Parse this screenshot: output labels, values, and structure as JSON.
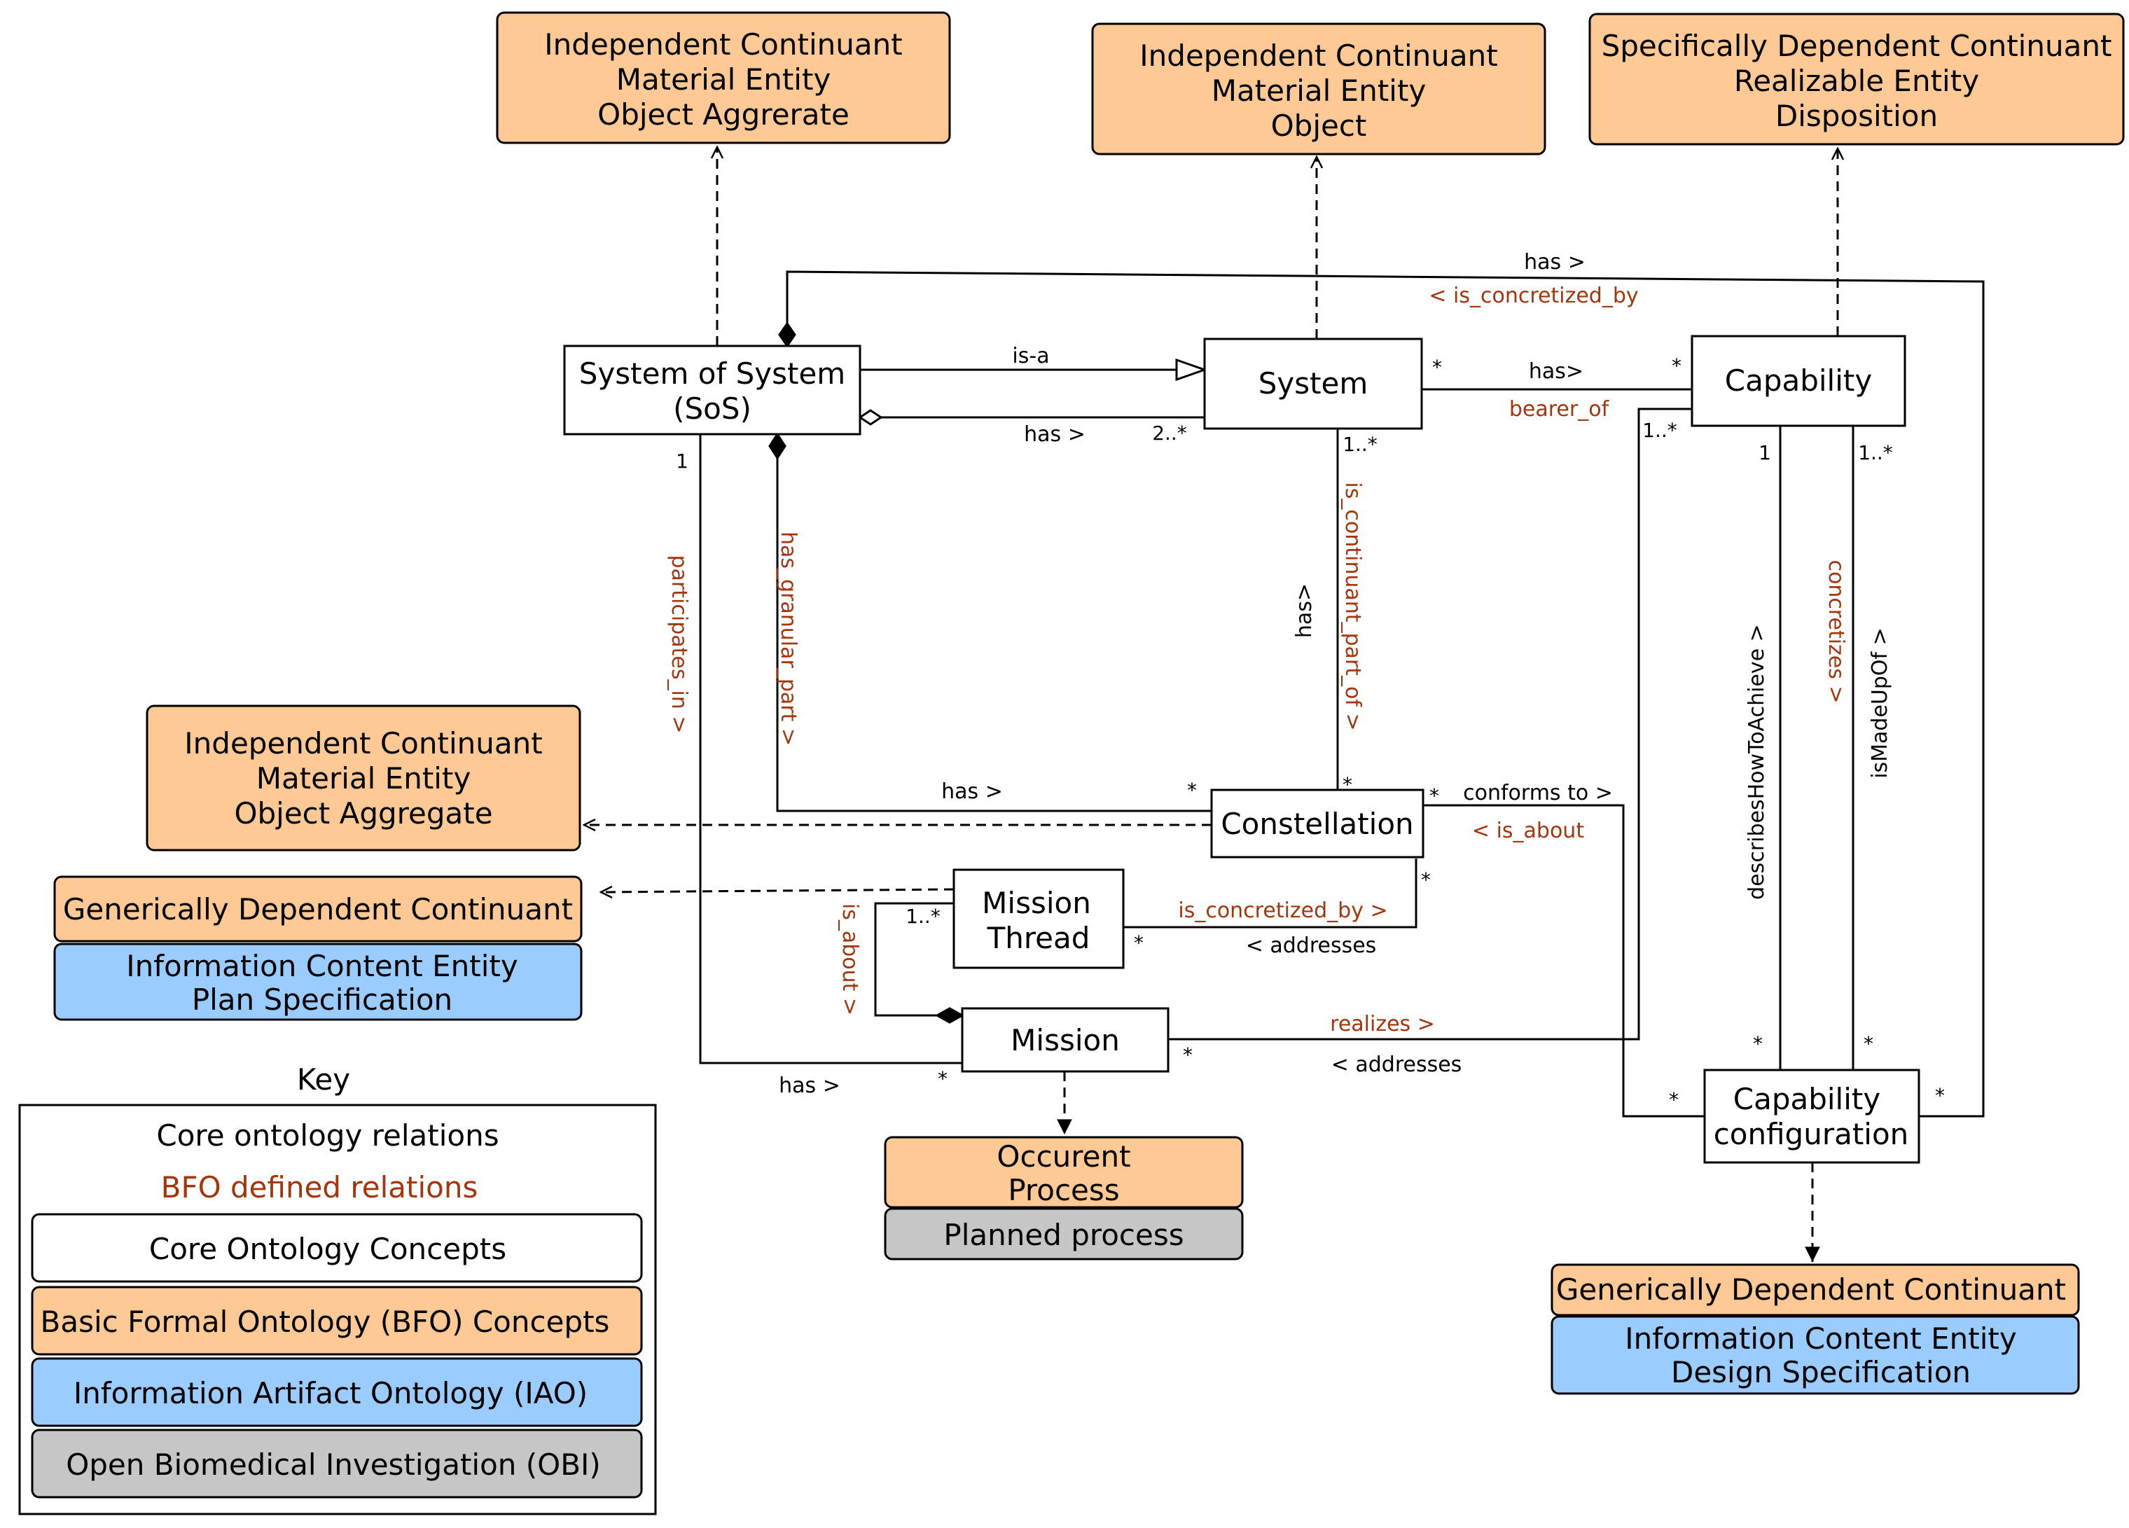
{
  "colors": {
    "core": "#ffffff",
    "bfo": "#ffc995",
    "iao": "#9bccff",
    "obi": "#c6c6c6",
    "bfo_relation": "#a1360f",
    "line": "#000000"
  },
  "bfo_boxes": {
    "top_left": [
      "Independent Continuant",
      "Material Entity",
      "Object Aggrerate"
    ],
    "top_mid": [
      "Independent Continuant",
      "Material Entity",
      "Object"
    ],
    "top_right": [
      "Specifically Dependent Continuant",
      "Realizable Entity",
      "Disposition"
    ],
    "mid_left": [
      "Independent Continuant",
      "Material Entity",
      "Object Aggregate"
    ],
    "gdc_left": "Generically Dependent Continuant",
    "occurent": [
      "Occurent",
      "Process"
    ],
    "gdc_right": "Generically Dependent Continuant"
  },
  "iao_boxes": {
    "plan_spec": [
      "Information Content Entity",
      "Plan Specification"
    ],
    "design_spec": [
      "Information Content Entity",
      "Design Specification"
    ]
  },
  "obi_boxes": {
    "planned_process": "Planned process"
  },
  "concepts": {
    "sos": [
      "System of System",
      "(SoS)"
    ],
    "system": "System",
    "capability": "Capability",
    "constellation": "Constellation",
    "mission_thread": [
      "Mission",
      "Thread"
    ],
    "mission": "Mission",
    "capability_configuration": [
      "Capability",
      "configuration"
    ]
  },
  "relations": {
    "is_a": "is-a",
    "sos_has_system": "has >",
    "sos_has_capconfig": "has >",
    "is_concretized_by_top": "< is_concretized_by",
    "system_has_capability": "has>",
    "bearer_of": "bearer_of",
    "participates_in": "participates_in >",
    "has_granular_part": "has_granular_part >",
    "system_has_constellation": "has>",
    "is_continuant_part_of": "is_continuant_part_of >",
    "sos_has_constellation": "has >",
    "conforms_to": "conforms to >",
    "is_about_right": "< is_about",
    "mt_is_concretized_by": "is_concretized_by >",
    "addresses_mt": "< addresses",
    "is_about_left": "is_about >",
    "realizes": "realizes >",
    "addresses_mission": "< addresses",
    "sos_has_mission": "has >",
    "describes_how_to_achieve": "describesHowToAchieve >",
    "concretizes": "concretizes >",
    "is_made_up_of": "isMadeUpOf >"
  },
  "multiplicities": {
    "sos_to_system": "2..*",
    "system_has_cap_left": "*",
    "system_has_cap_right": "*",
    "system_bottom": "1..*",
    "sos_bottom": "1",
    "cap_left": "1..*",
    "cap_one": "1",
    "cap_made": "1..*",
    "const_has": "*",
    "const_top": "*",
    "const_conforms": "*",
    "const_addresses": "*",
    "mt_addresses": "*",
    "mt_is_about": "1..*",
    "mission_has": "*",
    "mission_realizes": "*",
    "cc_describes": "*",
    "cc_made": "*",
    "cc_conforms": "*",
    "cc_has": "*"
  },
  "key": {
    "title": "Key",
    "core_relations": "Core ontology relations",
    "bfo_relations": "BFO defined relations",
    "core_concepts": "Core Ontology Concepts",
    "bfo_concepts": "Basic Formal Ontology (BFO) Concepts",
    "iao": "Information Artifact Ontology (IAO)",
    "obi": "Open Biomedical Investigation (OBI)"
  }
}
